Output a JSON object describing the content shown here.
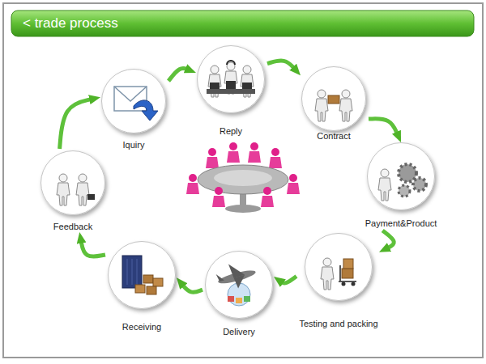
{
  "diagram": {
    "title": "< trade process",
    "nodes": [
      {
        "text": [
          "Iquiry"
        ]
      },
      {
        "text": [
          "Reply"
        ]
      },
      {
        "text": [
          "Contract"
        ]
      },
      {
        "text": [
          "Payment&Product"
        ]
      },
      {
        "text": [
          "Testing and packing"
        ]
      },
      {
        "text": [
          "Delivery"
        ]
      },
      {
        "text": [
          "Receiving"
        ]
      },
      {
        "text": [
          "Feedback"
        ]
      }
    ],
    "edges": [
      {
        "from": 0,
        "to": 1,
        "arrow": "to"
      },
      {
        "from": 1,
        "to": 2,
        "arrow": "to"
      },
      {
        "from": 2,
        "to": 3,
        "arrow": "to"
      },
      {
        "from": 3,
        "to": 4,
        "arrow": "to"
      },
      {
        "from": 4,
        "to": 5,
        "arrow": "to"
      },
      {
        "from": 5,
        "to": 6,
        "arrow": "to"
      },
      {
        "from": 6,
        "to": 7,
        "arrow": "to"
      },
      {
        "from": 7,
        "to": 0,
        "arrow": "to"
      }
    ]
  }
}
